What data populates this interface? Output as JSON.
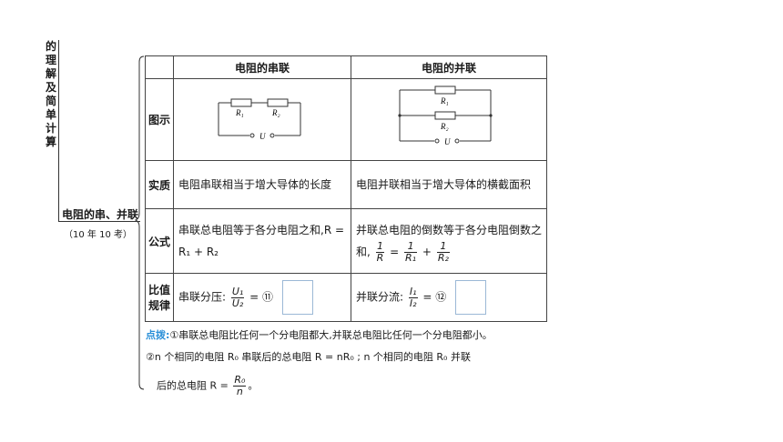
{
  "heading": {
    "vertical_text": "的理解及简单计算",
    "section": "电阻的串、并联",
    "section_note": "（10 年 10 考）"
  },
  "table": {
    "col_series": "电阻的串联",
    "col_parallel": "电阻的并联",
    "rows": {
      "figure": "图示",
      "essence": "实质",
      "formula": "公式",
      "ratio": "比值规律"
    },
    "series": {
      "r1": "R₁",
      "r2": "R₂",
      "u": "U",
      "essence_text": "电阻串联相当于增大导体的长度",
      "formula_text": "串联总电阻等于各分电阻之和,R = R₁ + R₂",
      "ratio_label": "串联分压:",
      "ratio_num": "U₁",
      "ratio_den": "U₂",
      "ratio_eq": "= ⑪"
    },
    "parallel": {
      "r1": "R₁",
      "r2": "R₂",
      "u": "U",
      "essence_text": "电阻并联相当于增大导体的横截面积",
      "formula_text": "并联总电阻的倒数等于各分电阻倒数之和,",
      "f_one": "1",
      "f_r": "R",
      "f_eq": "=",
      "f_r1": "R₁",
      "f_plus": "+",
      "f_r2": "R₂",
      "ratio_label": "并联分流:",
      "ratio_num": "I₁",
      "ratio_den": "I₂",
      "ratio_eq": "= ⑫"
    }
  },
  "notes": {
    "tag": "点拨",
    "colon": ":",
    "line1": "①串联总电阻比任何一个分电阻都大,并联总电阻比任何一个分电阻都小。",
    "line2": "②n 个相同的电阻 R₀ 串联后的总电阻 R = nR₀ ; n 个相同的电阻 R₀ 并联",
    "line3_pre": "后的总电阻 R =",
    "line3_num": "R₀",
    "line3_den": "n",
    "line3_post": "。"
  }
}
